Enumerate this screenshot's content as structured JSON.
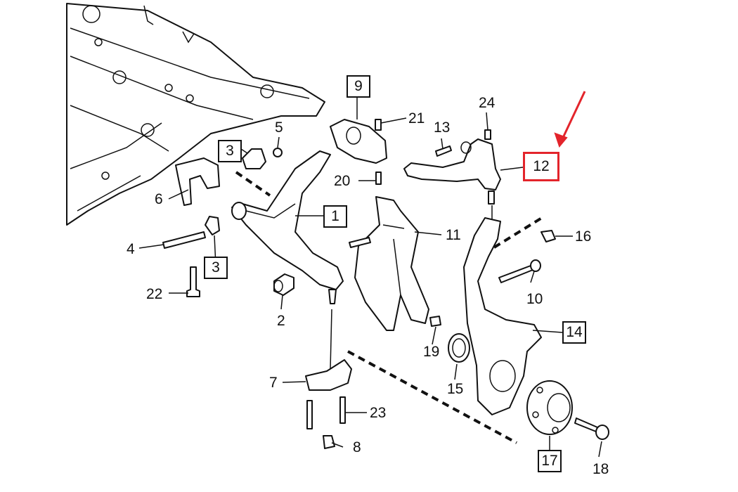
{
  "diagram": {
    "callouts": [
      {
        "id": "p1",
        "text": "1",
        "boxed": true
      },
      {
        "id": "p2",
        "text": "2",
        "boxed": false
      },
      {
        "id": "p3a",
        "text": "3",
        "boxed": true
      },
      {
        "id": "p3b",
        "text": "3",
        "boxed": true
      },
      {
        "id": "p4",
        "text": "4",
        "boxed": false
      },
      {
        "id": "p5",
        "text": "5",
        "boxed": false
      },
      {
        "id": "p6",
        "text": "6",
        "boxed": false
      },
      {
        "id": "p7",
        "text": "7",
        "boxed": false
      },
      {
        "id": "p8",
        "text": "8",
        "boxed": false
      },
      {
        "id": "p9",
        "text": "9",
        "boxed": true
      },
      {
        "id": "p10",
        "text": "10",
        "boxed": false
      },
      {
        "id": "p11",
        "text": "11",
        "boxed": false
      },
      {
        "id": "p12",
        "text": "12",
        "boxed": false,
        "highlighted": true
      },
      {
        "id": "p13",
        "text": "13",
        "boxed": false
      },
      {
        "id": "p14",
        "text": "14",
        "boxed": true
      },
      {
        "id": "p15",
        "text": "15",
        "boxed": false
      },
      {
        "id": "p16",
        "text": "16",
        "boxed": false
      },
      {
        "id": "p17",
        "text": "17",
        "boxed": true
      },
      {
        "id": "p18",
        "text": "18",
        "boxed": false
      },
      {
        "id": "p19",
        "text": "19",
        "boxed": false
      },
      {
        "id": "p20",
        "text": "20",
        "boxed": false
      },
      {
        "id": "p21",
        "text": "21",
        "boxed": false
      },
      {
        "id": "p22",
        "text": "22",
        "boxed": false
      },
      {
        "id": "p23",
        "text": "23",
        "boxed": false
      },
      {
        "id": "p24",
        "text": "24",
        "boxed": false
      }
    ],
    "colors": {
      "line": "#111111",
      "highlight": "#e3242b",
      "background": "#ffffff"
    },
    "icons": [
      "red-arrow-icon"
    ]
  }
}
